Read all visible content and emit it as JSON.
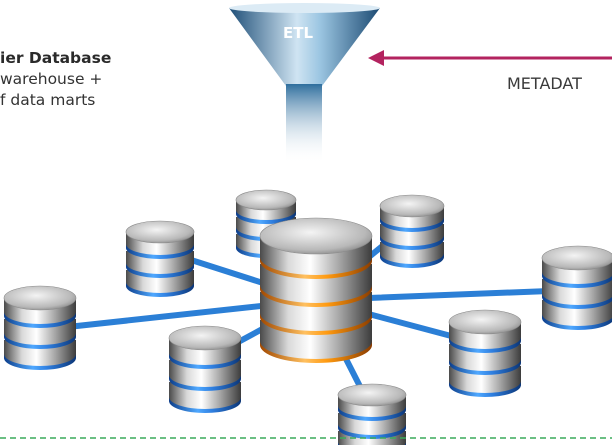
{
  "tier_description": {
    "title": "ier Database",
    "lines": [
      "warehouse +",
      "f data marts"
    ]
  },
  "funnel": {
    "label": "ETL"
  },
  "metadata": {
    "label": "METADAT"
  },
  "colors": {
    "funnel_top": "#c9e0ee",
    "funnel_bottom": "#2f6f9e",
    "arrow": "#b3235f",
    "connector": "#2b7fd6",
    "disk_band_blue": "#2f7fe0",
    "disk_band_orange": "#ff9a10",
    "dashed_line": "#3aaa5a"
  },
  "icons": [
    "database-icon",
    "network-connector",
    "funnel-icon",
    "arrow-icon"
  ]
}
